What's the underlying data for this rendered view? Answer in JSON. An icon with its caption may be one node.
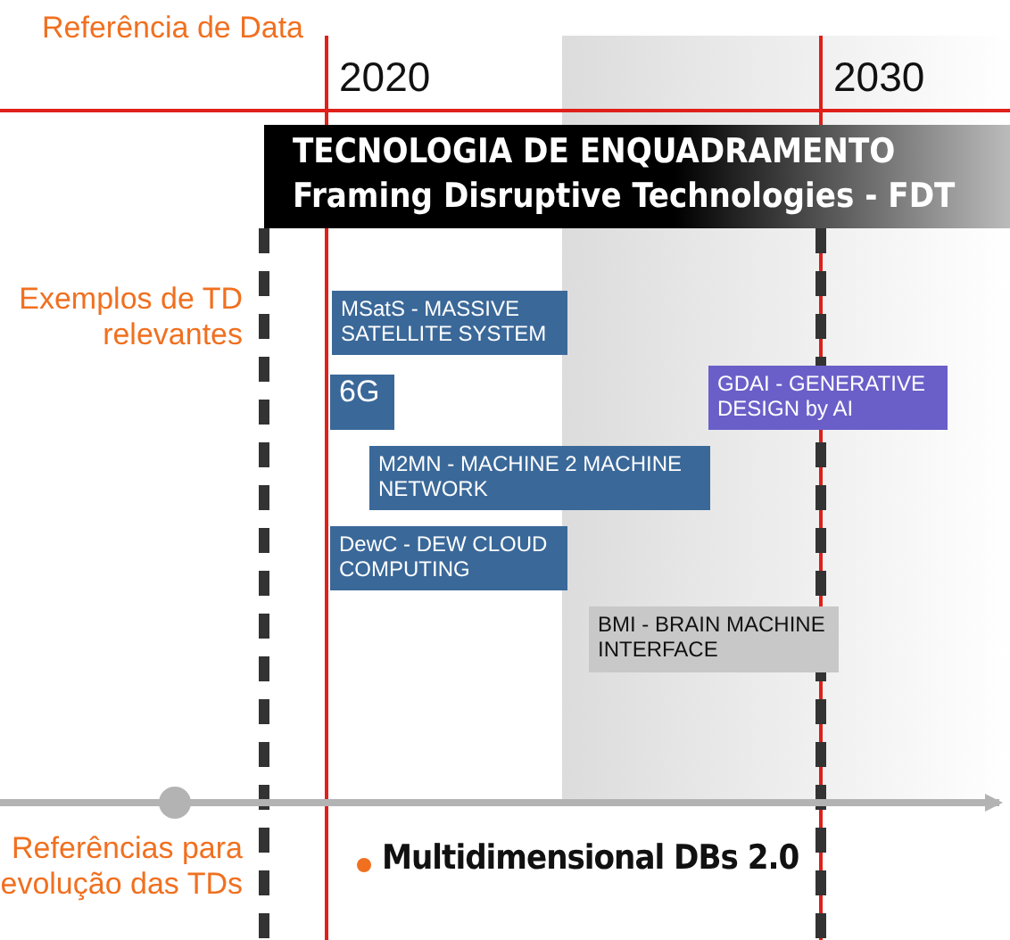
{
  "diagram": {
    "nodes": [
      {
        "text": [
          "TECNOLOGIA DE ENQUADRAMENTO",
          "Framing Disruptive Technologies - FDT"
        ]
      },
      {
        "text": [
          "MSatS - MASSIVE SATELLITE SYSTEM"
        ]
      },
      {
        "text": [
          "6G"
        ]
      },
      {
        "text": [
          "GDAI - GENERATIVE DESIGN by AI"
        ]
      },
      {
        "text": [
          "M2MN - MACHINE 2 MACHINE NETWORK"
        ]
      },
      {
        "text": [
          "DewC - DEW CLOUD COMPUTING"
        ]
      },
      {
        "text": [
          "BMI - BRAIN MACHINE INTERFACE"
        ]
      }
    ],
    "labels": [
      "Referência de Data",
      "2020",
      "2030",
      "Exemplos de TD relevantes",
      "Referências para evolução das TDs",
      "Multidimensional DBs 2.0"
    ]
  }
}
